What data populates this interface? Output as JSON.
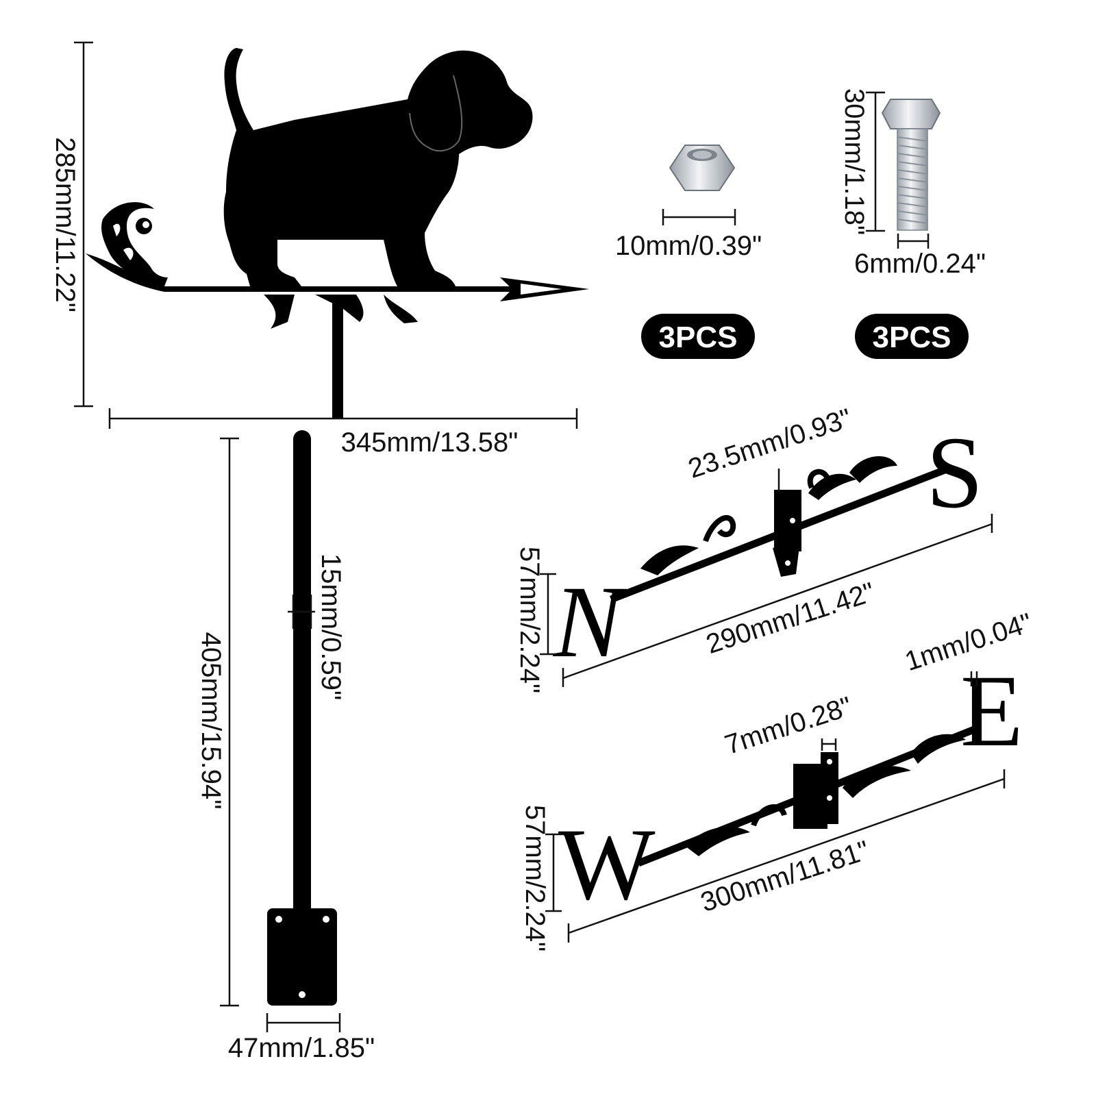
{
  "dimensions": {
    "vane_height": "285mm/11.22\"",
    "vane_width": "345mm/13.58\"",
    "pole_length": "405mm/15.94\"",
    "pole_diameter": "15mm/0.59\"",
    "base_width": "47mm/1.85\"",
    "nut_size": "10mm/0.39\"",
    "bolt_length": "30mm/1.18\"",
    "bolt_diameter": "6mm/0.24\"",
    "ns_bracket": "23.5mm/0.93\"",
    "ns_height": "57mm/2.24\"",
    "ns_length": "290mm/11.42\"",
    "we_thickness": "1mm/0.04\"",
    "we_slot": "7mm/0.28\"",
    "we_height": "57mm/2.24\"",
    "we_length": "300mm/11.81\""
  },
  "badges": {
    "nut_qty": "3PCS",
    "bolt_qty": "3PCS"
  },
  "compass": {
    "north": "N",
    "south": "S",
    "west": "W",
    "east": "E"
  },
  "colors": {
    "metal": "#000000",
    "badge_bg": "#000000",
    "badge_text": "#ffffff",
    "hardware": "#c8ccd2"
  },
  "icons": {
    "vane": "dog-silhouette-icon",
    "nut": "hex-nut-icon",
    "bolt": "hex-bolt-icon"
  }
}
